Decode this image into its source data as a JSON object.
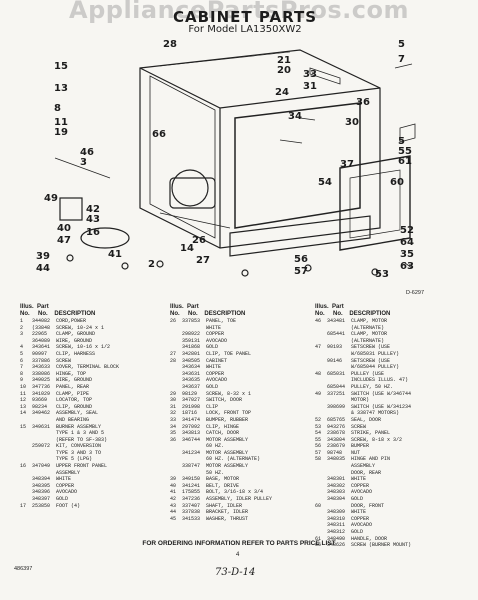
{
  "watermark": "AppliancePartsPros.com",
  "header": {
    "title": "CABINET PARTS",
    "model_line": "For Model LA1350XW2"
  },
  "callouts": [
    "28",
    "21",
    "20",
    "33",
    "31",
    "24",
    "5",
    "7",
    "15",
    "13",
    "8",
    "36",
    "34",
    "30",
    "66",
    "11",
    "19",
    "5",
    "55",
    "61",
    "46",
    "3",
    "37",
    "54",
    "60",
    "49",
    "42",
    "43",
    "16",
    "26",
    "40",
    "47",
    "52",
    "64",
    "35",
    "63",
    "14",
    "39",
    "44",
    "41",
    "2",
    "56",
    "57",
    "27",
    "53"
  ],
  "table_headers": {
    "illus": "Illus.",
    "no": "No.",
    "part": "Part",
    "part_no": "No.",
    "description": "DESCRIPTION"
  },
  "columns": [
    [
      "1   344082  CORD,POWER",
      "2   (33848  SCREW, 10-24 x 1",
      "3   22965   CLAMP, GROUND",
      "    364089  WIRE, GROUND",
      "4   343641  SCREW, 10-16 x 1/2",
      "5   90997   CLIP, HARNESS",
      "6   337886  SCREW",
      "7   343633  COVER, TERMINAL BLOCK",
      "8   338086  HINGE, TOP",
      "9   349025  WIRE, GROUND",
      "10  347736  PANEL, REAR",
      "11  341029  CLAMP, PIPE",
      "12  93669   LOCATOR, TOP",
      "13  98234   CLIP, GROUND",
      "14  349462  ASSEMBLY, SEAL",
      "            AND BEARING",
      "15  349631  BURNER ASSEMBLY",
      "            TYPE 1 & 3 AND 5",
      "            (REFER TO SF-383)",
      "    259072  KIT, CONVERSION",
      "            TYPE 3 AND 3 TO",
      "            TYPE 5 (LPG)",
      "16  347049  UPPER FRONT PANEL",
      "            ASSEMBLY",
      "    348394  WHITE",
      "    348395  COPPER",
      "    348396  AVOCADO",
      "    348397  GOLD",
      "17  253850  FOOT (4)"
    ],
    [
      "26  337853  PANEL, TOE",
      "            WHITE",
      "    298922  COPPER",
      "    359131  AVOCADO",
      "    341868  GOLD",
      "27  342801  CLIP, TOE PANEL",
      "28  348505  CABINET",
      "    343634  WHITE",
      "    343631  COPPER",
      "    343635  AVOCADO",
      "    343637  GOLD",
      "29  98129   SCREW, 8-32 x 1",
      "30  347027  SWITCH, DOOR",
      "31  291998  CLIP",
      "32  18716   LOCK, FRONT TOP",
      "33  341474  BUMPER, RUBBER",
      "34  297092  CLIP, HINGE",
      "35  343813  CATCH, DOOR",
      "36  346744  MOTOR ASSEMBLY",
      "            60 HZ.",
      "    341234  MOTOR ASSEMBLY",
      "            60 HZ. (ALTERNATE)",
      "    338747  MOTOR ASSEMBLY",
      "            50 HZ.",
      "39  349150  BASE, MOTOR",
      "40  341241  BELT, DRIVE",
      "41  175855  BOLT, 3/16-18 x 3/4",
      "42  347236  ASSEMBLY, IDLER PULLEY",
      "43  337407  SHAFT, IDLER",
      "44  337838  BRACKET, IDLER",
      "45  341533  WASHER, THRUST"
    ],
    [
      "46  343481  CLAMP, MOTOR",
      "            (ALTERNATE)",
      "    685441  CLAMP, MOTOR",
      "            (ALTERNATE)",
      "47  90193   SETSCREW (USE",
      "            W/685031 PULLEY)",
      "    90146   SETSCREW (USE",
      "            W/685044 PULLEY)",
      "48  685031  PULLEY (USE",
      "            INCLUDES ILLUS. 47)",
      "    685044  PULLEY, 50 HZ.",
      "49  337251  SWITCH (USE W/346744",
      "            MOTOR)",
      "    398699  SWITCH (USE W/341234",
      "            & 338747 MOTORS)",
      "52  685765  SEAL, DOOR",
      "53  943276  SCREW",
      "54  238678  STRIKE, PANEL",
      "55  343804  SCREW, 8-18 x 3/2",
      "56  238679  BUMPER",
      "57  98748   NUT",
      "58  348035  HINGE AND PIN",
      "            ASSEMBLY",
      "            DOOR, REAR",
      "    348301  WHITE",
      "    348302  COPPER",
      "    348303  AVOCADO",
      "    348304  GOLD",
      "60          DOOR, FRONT",
      "    348309  WHITE",
      "    348310  COPPER",
      "    348311  AVOCADO",
      "    348312  GOLD",
      "61  348490  HANDLE, DOOR",
      "66  343626  SCREW (BURNER MOUNT)"
    ]
  ],
  "footer": {
    "ordering": "FOR ORDERING INFORMATION REFER TO PARTS PRICE LIST",
    "page": "4",
    "doc_id": "486397",
    "date": "73-D-14",
    "ref": "D-6297"
  }
}
